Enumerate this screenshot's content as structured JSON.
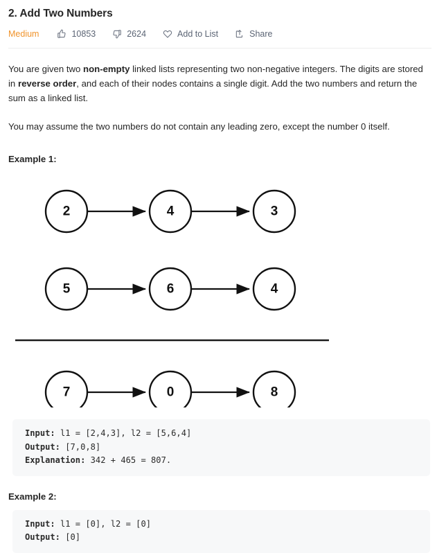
{
  "problem": {
    "title": "2. Add Two Numbers",
    "difficulty": "Medium",
    "difficulty_color": "#f0932b"
  },
  "actions": [
    {
      "name": "likes",
      "icon": "thumbs-up-icon",
      "label": "10853"
    },
    {
      "name": "dislikes",
      "icon": "thumbs-down-icon",
      "label": "2624"
    },
    {
      "name": "add-to-list",
      "icon": "heart-icon",
      "label": "Add to List"
    },
    {
      "name": "share",
      "icon": "share-icon",
      "label": "Share"
    }
  ],
  "description": {
    "p1_a": "You are given two ",
    "p1_b": "non-empty",
    "p1_c": " linked lists representing two non-negative integers. The digits are stored in ",
    "p1_d": "reverse order",
    "p1_e": ", and each of their nodes contains a single digit. Add the two numbers and return the sum as a linked list.",
    "p2": "You may assume the two numbers do not contain any leading zero, except the number 0 itself."
  },
  "example1": {
    "heading": "Example 1:",
    "diagram": {
      "addend1": [
        "2",
        "4",
        "3"
      ],
      "addend2": [
        "5",
        "6",
        "4"
      ],
      "sum": [
        "7",
        "0",
        "8"
      ]
    },
    "code": {
      "input_label": "Input:",
      "input_value": " l1 = [2,4,3], l2 = [5,6,4]",
      "output_label": "Output:",
      "output_value": " [7,0,8]",
      "explanation_label": "Explanation:",
      "explanation_value": " 342 + 465 = 807."
    }
  },
  "example2": {
    "heading": "Example 2:",
    "code": {
      "input_label": "Input:",
      "input_value": " l1 = [0], l2 = [0]",
      "output_label": "Output:",
      "output_value": " [0]"
    }
  }
}
